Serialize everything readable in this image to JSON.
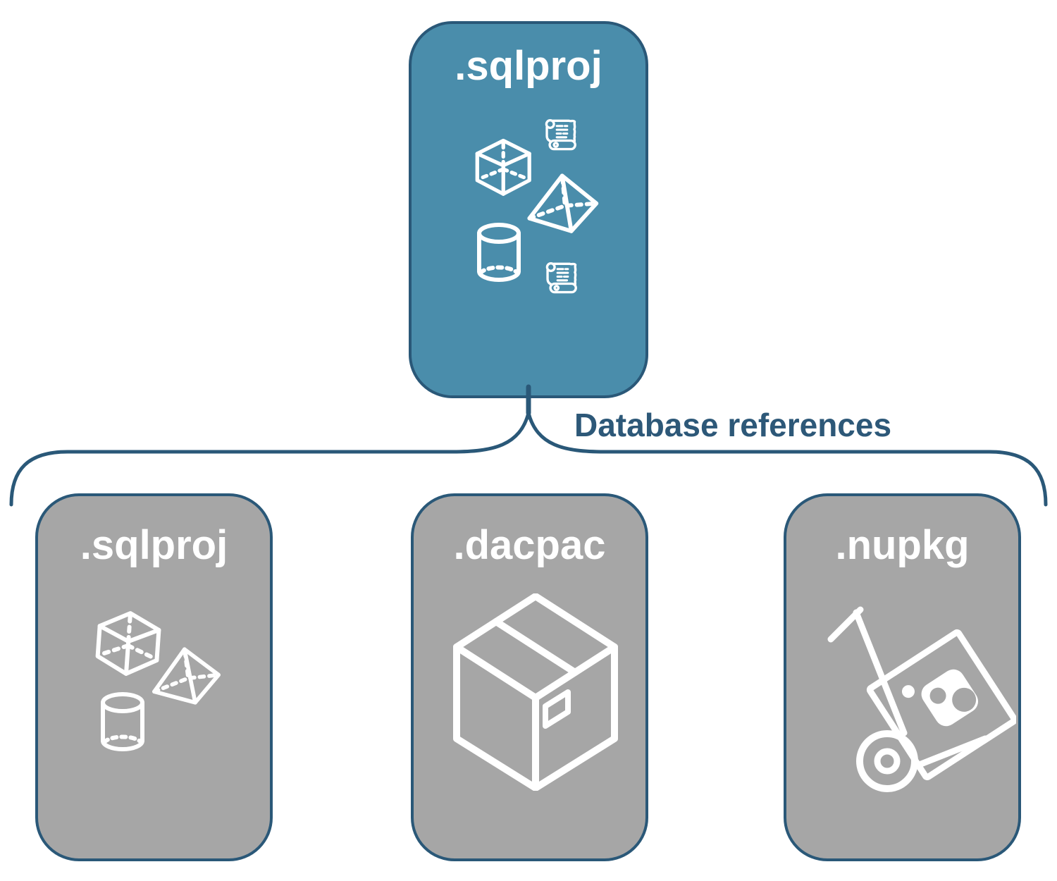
{
  "diagram": {
    "edge_label": "Database references",
    "nodes": {
      "root": {
        "label": ".sqlproj",
        "icons": [
          "scroll",
          "cube",
          "pyramid",
          "cylinder",
          "scroll"
        ]
      },
      "children": [
        {
          "label": ".sqlproj",
          "icons": [
            "cube",
            "pyramid",
            "cylinder"
          ]
        },
        {
          "label": ".dacpac",
          "icons": [
            "package-box"
          ]
        },
        {
          "label": ".nupkg",
          "icons": [
            "nuget-hand-truck"
          ]
        }
      ]
    },
    "colors": {
      "root_fill": "#4a8dab",
      "child_fill": "#a6a6a6",
      "outline": "#2a5878",
      "edge_label_text": "#2d5878",
      "icon_stroke": "#ffffff",
      "background": "#ffffff"
    }
  }
}
